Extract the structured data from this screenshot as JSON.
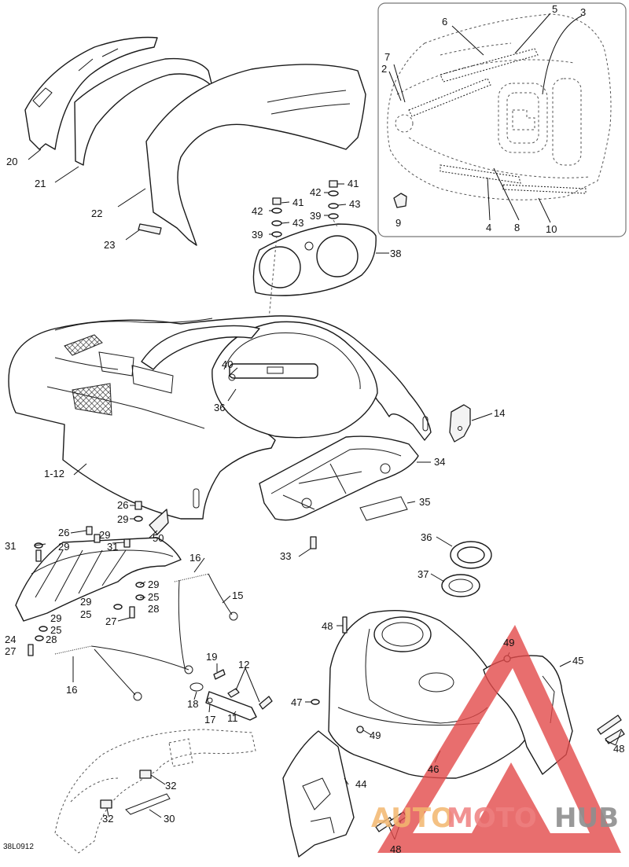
{
  "diagram_code": "38L0912",
  "callouts": {
    "c1_12": "1-12",
    "c2": "2",
    "c3": "3",
    "c4": "4",
    "c5": "5",
    "c6": "6",
    "c7": "7",
    "c8": "8",
    "c9": "9",
    "c10": "10",
    "c11": "11",
    "c12": "12",
    "c14": "14",
    "c15": "15",
    "c16a": "16",
    "c16b": "16",
    "c17": "17",
    "c18": "18",
    "c19": "19",
    "c20": "20",
    "c21": "21",
    "c22": "22",
    "c23": "23",
    "c24": "24",
    "c25a": "25",
    "c25b": "25",
    "c25c": "25",
    "c26a": "26",
    "c26b": "26",
    "c27a": "27",
    "c27b": "27",
    "c28a": "28",
    "c28b": "28",
    "c29a": "29",
    "c29b": "29",
    "c29c": "29",
    "c29d": "29",
    "c29e": "29",
    "c29f": "29",
    "c30": "30",
    "c31a": "31",
    "c31b": "31",
    "c32a": "32",
    "c32b": "32",
    "c33": "33",
    "c34": "34",
    "c35": "35",
    "c36a": "36",
    "c36b": "36",
    "c37": "37",
    "c38": "38",
    "c39a": "39",
    "c39b": "39",
    "c40": "40",
    "c41a": "41",
    "c41b": "41",
    "c42a": "42",
    "c42b": "42",
    "c43a": "43",
    "c43b": "43",
    "c44": "44",
    "c45": "45",
    "c46": "46",
    "c47": "47",
    "c48a": "48",
    "c48b": "48",
    "c48c": "48",
    "c49a": "49",
    "c49b": "49",
    "c50": "50"
  },
  "watermark": {
    "part1": "AUTO",
    "part2": "MOTO",
    "part3": "HUB"
  },
  "colors": {
    "watermark_red": "#e24a4a",
    "watermark_orange": "#f3b76e",
    "watermark_gray": "#8f8f8f",
    "inset_border": "#777777"
  }
}
